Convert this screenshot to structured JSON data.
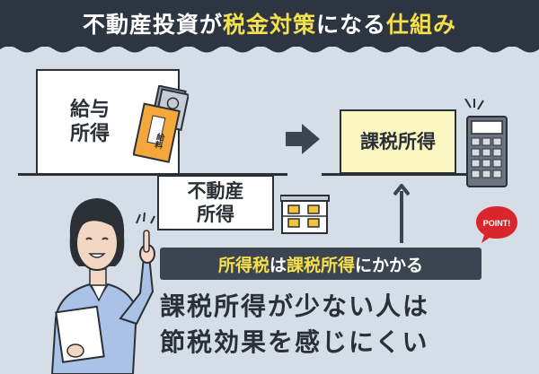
{
  "header": {
    "title_part1": "不動産投資が",
    "title_part2": "税金対策",
    "title_part3": "になる",
    "title_part4": "仕組み"
  },
  "diagram": {
    "salary_line1": "給与",
    "salary_line2": "所得",
    "envelope_label": "給料",
    "realestate_line1": "不動産",
    "realestate_line2": "所得",
    "taxable_label": "課税所得"
  },
  "callout": {
    "label_part1": "所得税",
    "label_part2": "は",
    "label_part3": "課税所得",
    "label_part4": "にかかる",
    "line1": "課税所得が少ない人は",
    "line2": "節税効果を感じにくい",
    "point_badge": "POINT!"
  },
  "colors": {
    "header_bg": "#2e3542",
    "accent_yellow": "#f5e04a",
    "background": "#d5dde6",
    "taxable_box": "#fbf7c2",
    "badge_red": "#d9262c"
  }
}
